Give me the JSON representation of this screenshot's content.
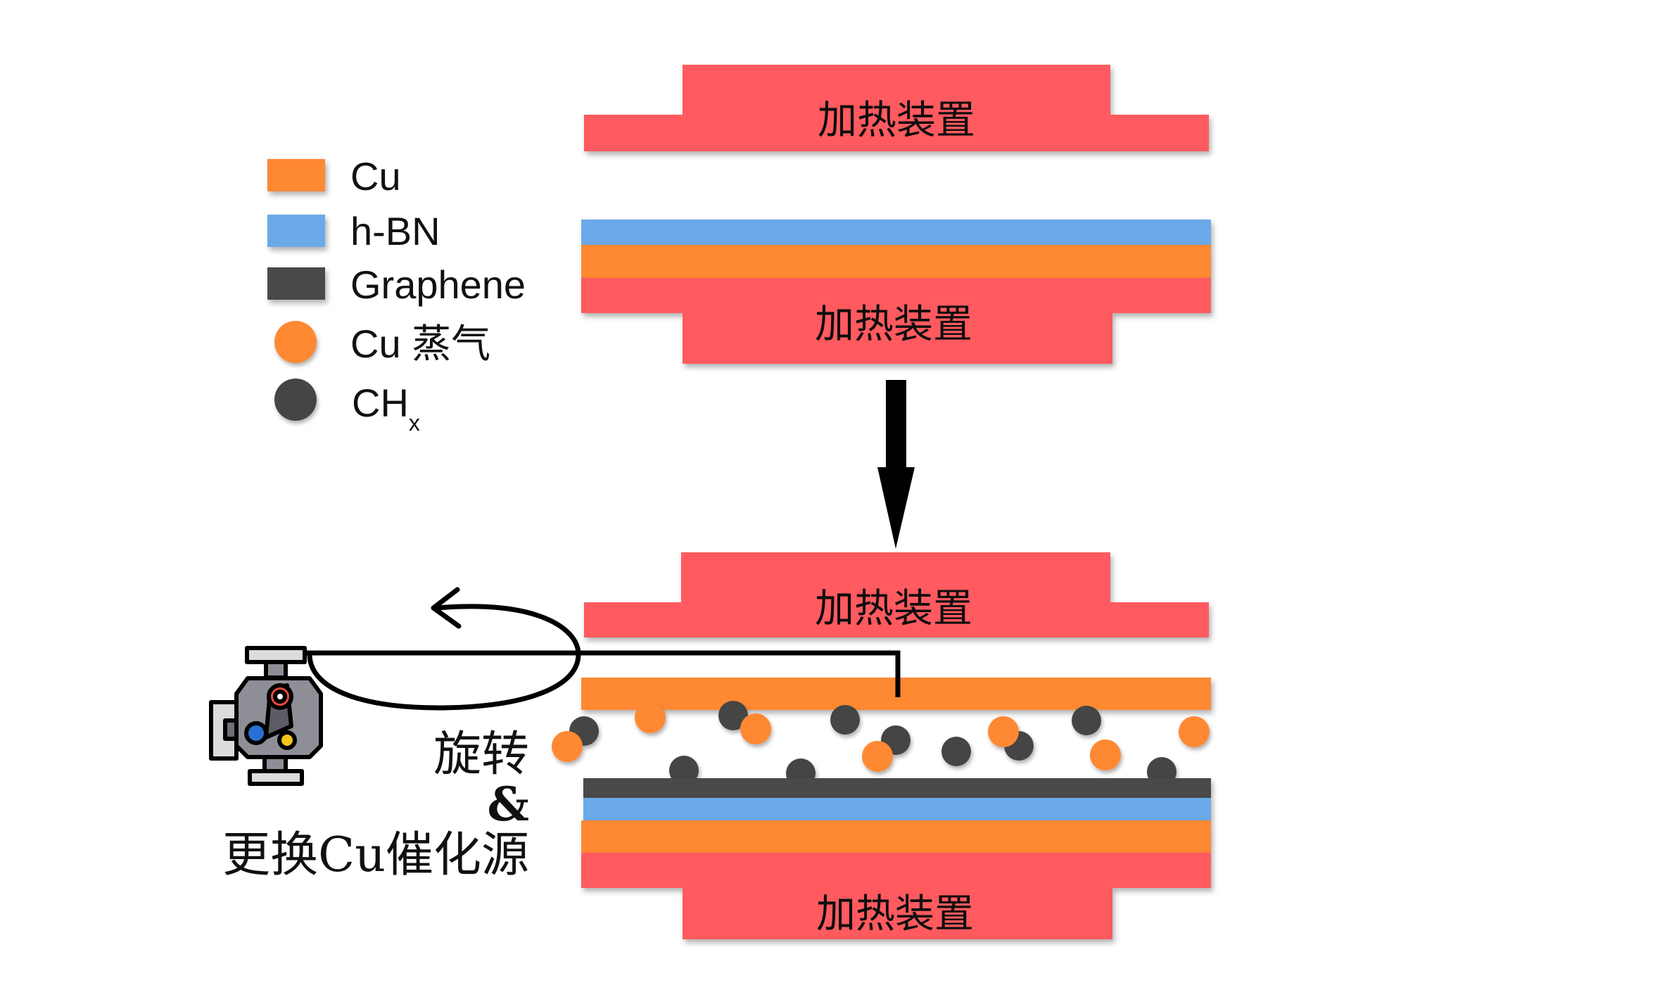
{
  "heater_label": "加热装置",
  "legend": {
    "items": [
      {
        "label": "Cu",
        "kind": "rect",
        "color": "#FF8833"
      },
      {
        "label": "h-BN",
        "kind": "rect",
        "color": "#6AAAE8"
      },
      {
        "label": "Graphene",
        "kind": "rect",
        "color": "#4A4A4A"
      },
      {
        "label": "Cu 蒸气",
        "kind": "circle",
        "color": "#FF8833"
      },
      {
        "label": "CH",
        "subscript": "x",
        "kind": "circle",
        "color": "#454545"
      }
    ]
  },
  "operation": {
    "rotate_label": "旋转",
    "ampersand": "&",
    "replace_label": "更换Cu催化源"
  },
  "colors": {
    "heater": "#FF5A5F",
    "cu": "#FF8833",
    "hbn": "#6AAAE8",
    "graphene": "#4A4A4A",
    "ch_particle": "#454545",
    "arrow": "#000000"
  },
  "icons": {
    "process_arrow": "down-arrow-icon",
    "rotation": "rotation-arrow-icon",
    "manipulator": "manipulator-icon"
  }
}
